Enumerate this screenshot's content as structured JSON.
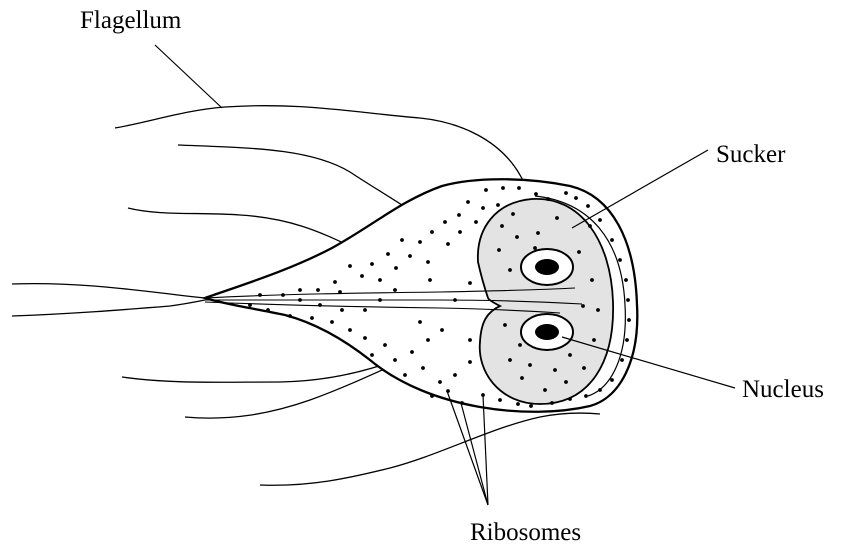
{
  "diagram": {
    "labels": {
      "flagellum": "Flagellum",
      "sucker": "Sucker",
      "nucleus": "Nucleus",
      "ribosomes": "Ribosomes"
    },
    "colors": {
      "stroke": "#000000",
      "sucker_fill": "#e3e3e3",
      "background": "#ffffff"
    }
  }
}
